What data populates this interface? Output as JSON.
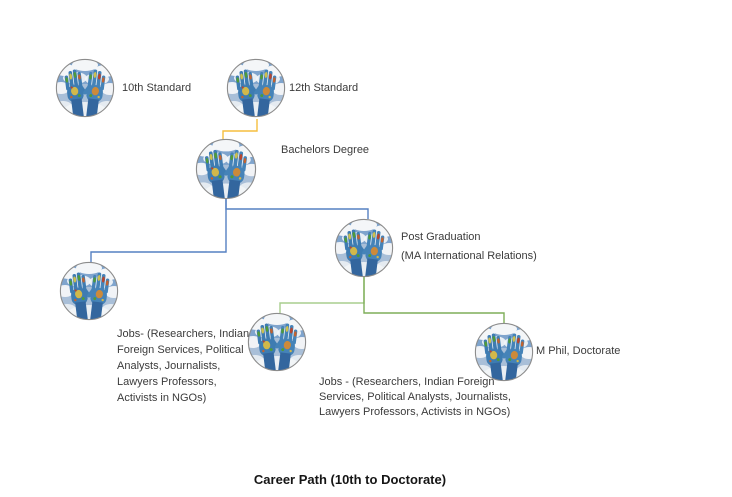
{
  "caption": "Career Path (10th to Doctorate)",
  "icons": {
    "node_image": "hands-world-map-photo"
  },
  "colors": {
    "connector_yellow": "#F5BE3E",
    "connector_blue": "#5580C2",
    "connector_green_light": "#A8CD8D",
    "connector_green_dark": "#7EAD58",
    "label_text": "#3B3B3B",
    "caption_text": "#151515"
  },
  "nodes": {
    "std10": {
      "label": "10th Standard"
    },
    "std12": {
      "label": "12th Standard"
    },
    "bachelors": {
      "label": "Bachelors Degree"
    },
    "postgrad": {
      "lines": [
        "Post Graduation",
        "(MA International Relations)"
      ]
    },
    "jobs_left": {
      "lines": [
        "Jobs- (Researchers, Indian",
        "Foreign Services, Political",
        "Analysts, Journalists,",
        "Lawyers Professors,",
        "Activists in NGOs)"
      ]
    },
    "jobs_mid": {
      "lines": [
        "Jobs - (Researchers, Indian Foreign",
        "Services, Political Analysts, Journalists,",
        "Lawyers Professors, Activists in NGOs)"
      ]
    },
    "mphil": {
      "label": "M Phil, Doctorate"
    }
  }
}
